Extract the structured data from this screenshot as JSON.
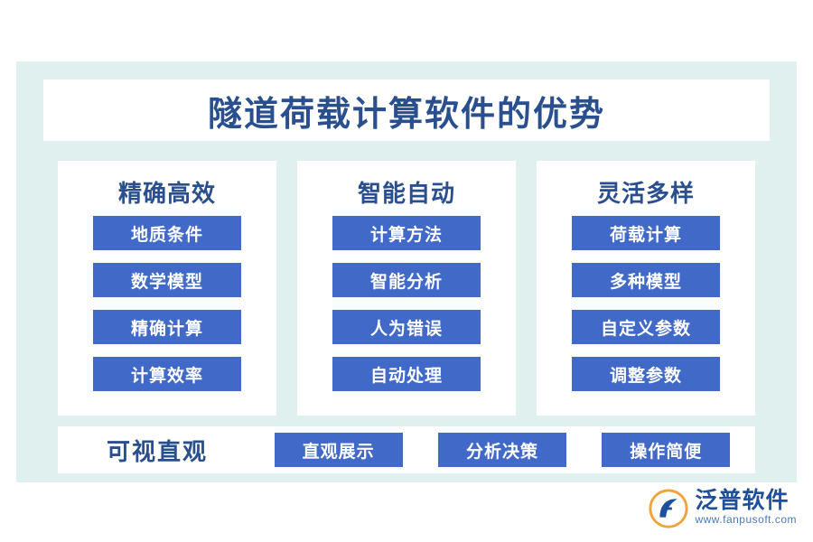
{
  "title": "隧道荷载计算软件的优势",
  "colors": {
    "panel_bg": "#dff0ef",
    "card_bg": "#ffffff",
    "chip_bg": "#4069c8",
    "heading": "#2a4f8f",
    "chip_text": "#ffffff",
    "logo": "#1e4f9c"
  },
  "columns": [
    {
      "title": "精确高效",
      "items": [
        "地质条件",
        "数学模型",
        "精确计算",
        "计算效率"
      ]
    },
    {
      "title": "智能自动",
      "items": [
        "计算方法",
        "智能分析",
        "人为错误",
        "自动处理"
      ]
    },
    {
      "title": "灵活多样",
      "items": [
        "荷载计算",
        "多种模型",
        "自定义参数",
        "调整参数"
      ]
    }
  ],
  "bottom": {
    "title": "可视直观",
    "items": [
      "直观展示",
      "分析决策",
      "操作简便"
    ]
  },
  "logo": {
    "name": "泛普软件",
    "url": "www.fanpusoft.com",
    "icon": "fanpu-logo-icon"
  }
}
